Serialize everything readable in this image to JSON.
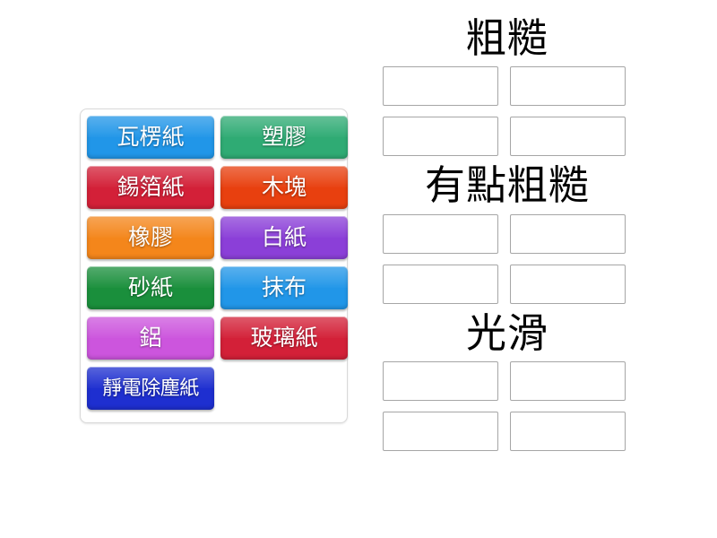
{
  "activity": {
    "type": "group-sort-drag-and-drop",
    "background_color": "#ffffff"
  },
  "tray": {
    "name": "draggable-tile-tray",
    "panel_border_color": "#d9d9d9",
    "panel_background": "#ffffff",
    "tiles": [
      {
        "label": "瓦楞紙",
        "color": "#2196e8",
        "text_color": "#ffffff"
      },
      {
        "label": "塑膠",
        "color": "#2fab74",
        "text_color": "#ffffff"
      },
      {
        "label": "錫箔紙",
        "color": "#d32038",
        "text_color": "#ffffff"
      },
      {
        "label": "木塊",
        "color": "#e8400f",
        "text_color": "#ffffff"
      },
      {
        "label": "橡膠",
        "color": "#f4861b",
        "text_color": "#ffffff"
      },
      {
        "label": "白紙",
        "color": "#8b3fd8",
        "text_color": "#ffffff"
      },
      {
        "label": "砂紙",
        "color": "#1a8f3c",
        "text_color": "#ffffff"
      },
      {
        "label": "抹布",
        "color": "#2196e8",
        "text_color": "#ffffff"
      },
      {
        "label": "鋁",
        "color": "#cc55dd",
        "text_color": "#ffffff"
      },
      {
        "label": "玻璃紙",
        "color": "#d32038",
        "text_color": "#ffffff"
      },
      {
        "label": "靜電除塵紙",
        "color": "#1e2fd0",
        "text_color": "#ffffff"
      }
    ]
  },
  "categories": [
    {
      "title": "粗糙",
      "slots": [
        "",
        "",
        "",
        ""
      ]
    },
    {
      "title": "有點粗糙",
      "slots": [
        "",
        "",
        "",
        ""
      ]
    },
    {
      "title": "光滑",
      "slots": [
        "",
        "",
        "",
        ""
      ]
    }
  ]
}
